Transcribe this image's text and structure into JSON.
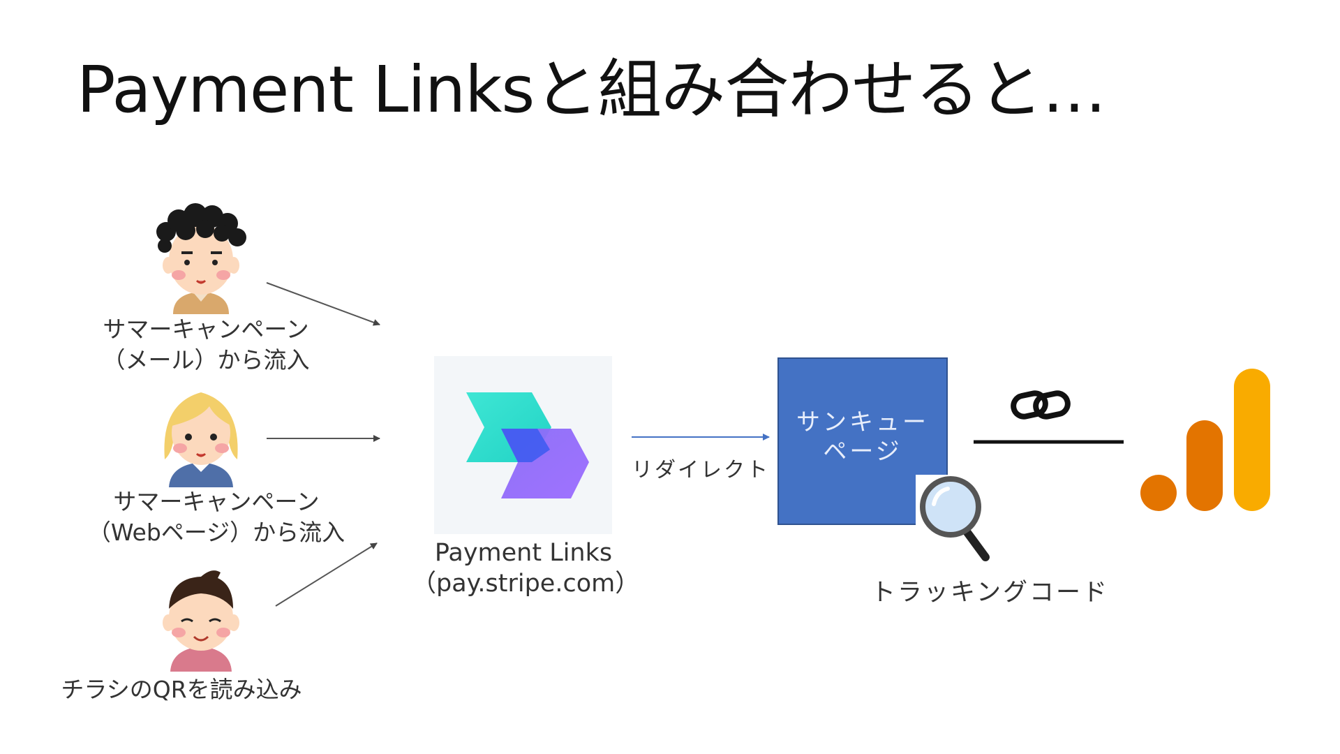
{
  "slide": {
    "title": "Payment Linksと組み合わせると…"
  },
  "sources": [
    {
      "label_line1": "サマーキャンペーン",
      "label_line2": "（メール）から流入",
      "icon": "man-curly-hair-icon"
    },
    {
      "label_line1": "サマーキャンペーン",
      "label_line2": "（Webページ）から流入",
      "icon": "woman-blonde-icon"
    },
    {
      "label_line1": "チラシのQRを読み込み",
      "icon": "man-smiling-icon"
    }
  ],
  "payment_links": {
    "label_line1": "Payment Links",
    "label_line2": "（pay.stripe.com）",
    "icon": "stripe-payment-links-logo"
  },
  "redirect": {
    "label": "リダイレクト"
  },
  "thank_you_page": {
    "label": "サンキュー\nページ",
    "color": "#4472c4"
  },
  "tracking": {
    "label": "トラッキングコード",
    "icon": "magnifier-icon"
  },
  "link_icon": "chain-link-icon",
  "analytics": {
    "icon": "google-analytics-logo",
    "colors": [
      "#e37400",
      "#f9ab00"
    ]
  }
}
